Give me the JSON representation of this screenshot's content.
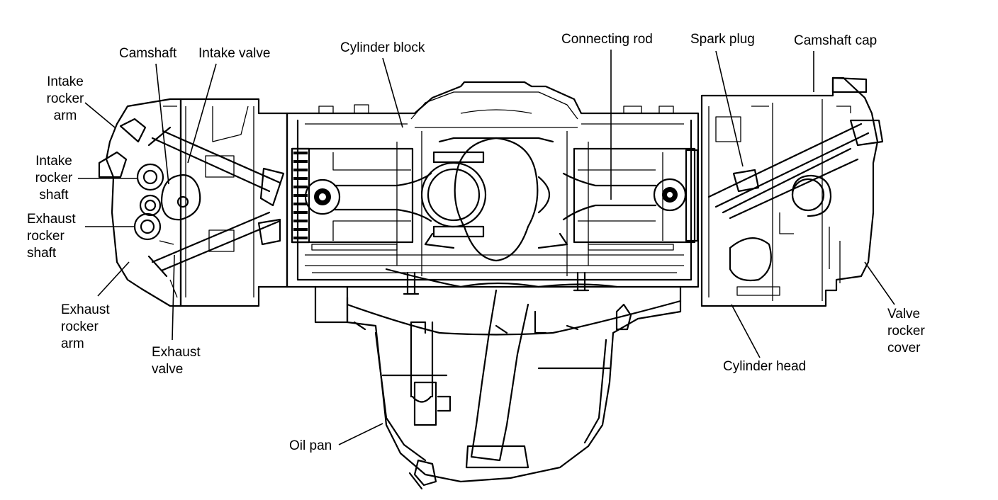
{
  "labels": {
    "camshaft": "Camshaft",
    "intake_valve": "Intake valve",
    "cylinder_block": "Cylinder block",
    "connecting_rod": "Connecting rod",
    "spark_plug": "Spark plug",
    "camshaft_cap": "Camshaft cap",
    "intake_rocker_arm": [
      "Intake",
      "rocker",
      "arm"
    ],
    "intake_rocker_shaft": [
      "Intake",
      "rocker",
      "shaft"
    ],
    "exhaust_rocker_shaft": [
      "Exhaust",
      "rocker",
      "shaft"
    ],
    "exhaust_rocker_arm": [
      "Exhaust",
      "rocker",
      "arm"
    ],
    "exhaust_valve": [
      "Exhaust",
      "valve"
    ],
    "oil_pan": "Oil pan",
    "cylinder_head": "Cylinder head",
    "valve_rocker_cover": [
      "Valve",
      "rocker",
      "cover"
    ]
  }
}
